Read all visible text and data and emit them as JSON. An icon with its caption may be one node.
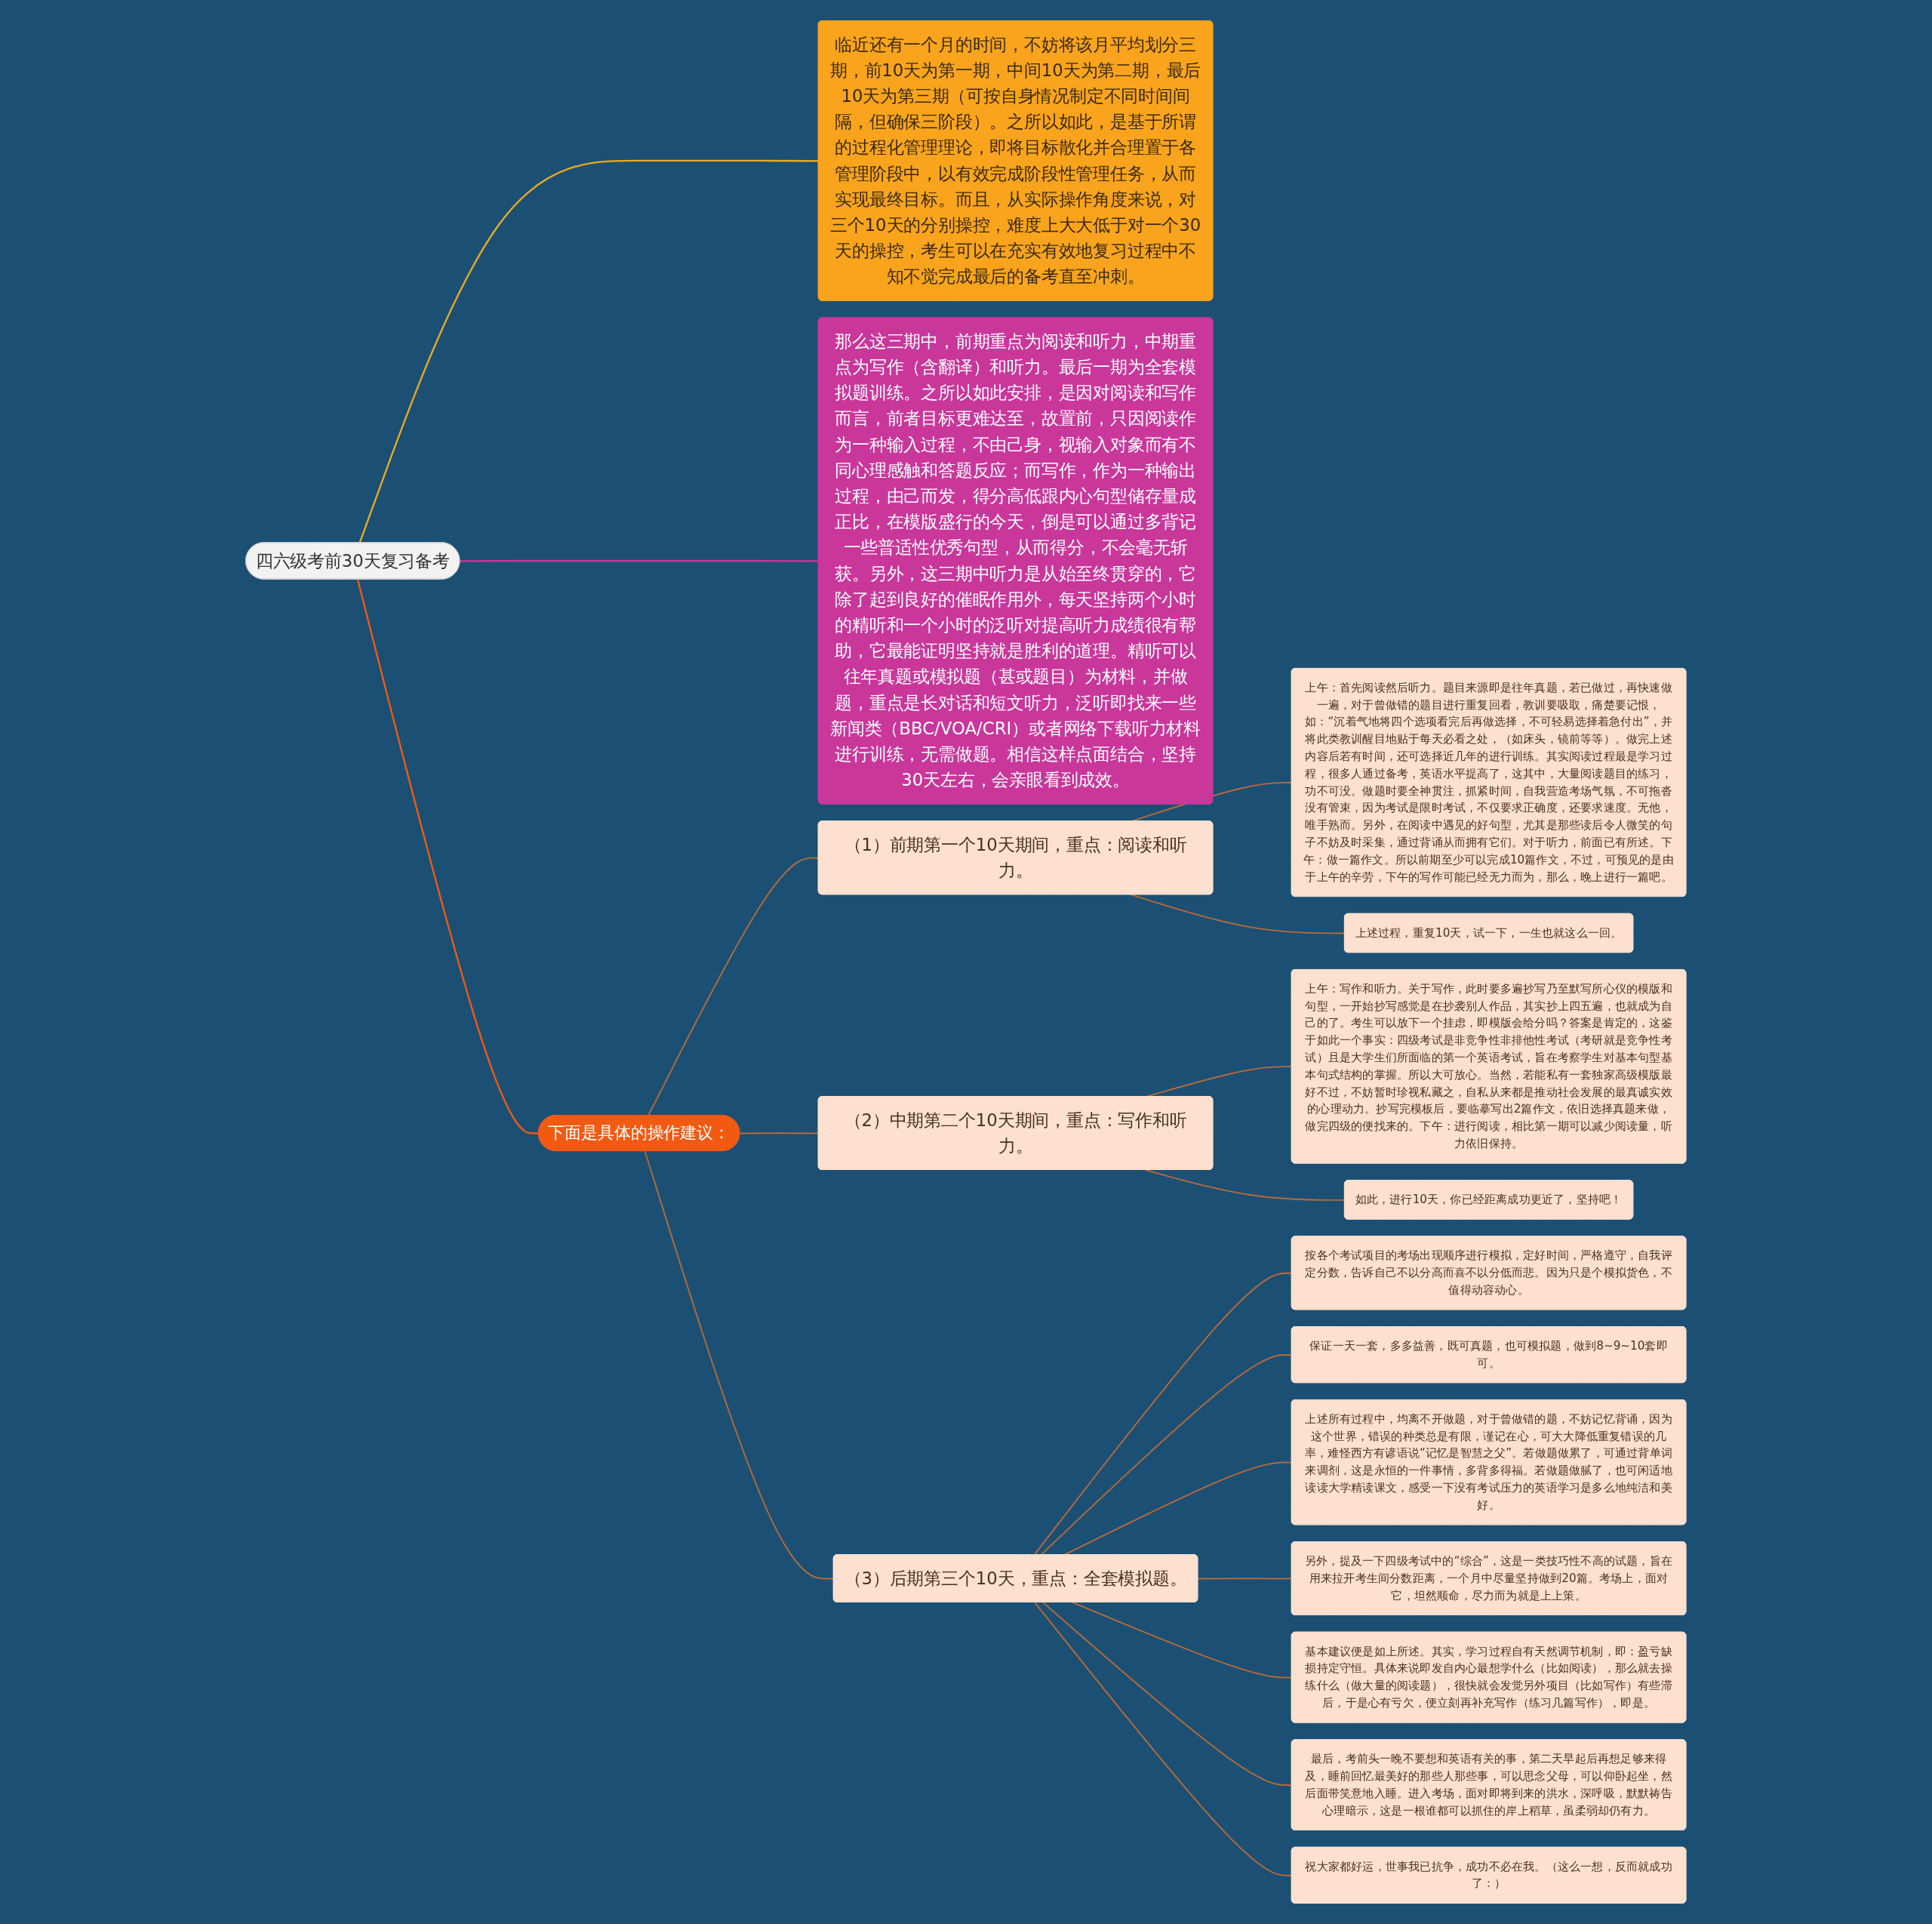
{
  "diagram": {
    "nodes": [
      {
        "text": [
          "四六级考前30天复习备考"
        ]
      },
      {
        "text": [
          "临近还有一个月的时间，不妨将该月平均划分三期，前10天为第一期，中间10天为第二期，最后10天为第三期（可按自身情况制定不同时间间隔，但确保三阶段）。之所以如此，是基于所谓的过程化管理理论，即将目标散化并合理置于各管理阶段中，以有效完成阶段性管理任务，从而实现最终目标。而且，从实际操作角度来说，对三个10天的分别操控，难度上大大低于对一个30天的操控，考生可以在充实有效地复习过程中不知不觉完成最后的备考直至冲刺。"
        ]
      },
      {
        "text": [
          "那么这三期中，前期重点为阅读和听力，中期重点为写作（含翻译）和听力。最后一期为全套模拟题训练。之所以如此安排，是因对阅读和写作而言，前者目标更难达至，故置前，只因阅读作为一种输入过程，不由己身，视输入对象而有不同心理感触和答题反应；而写作，作为一种输出过程，由己而发，得分高低跟内心句型储存量成正比，在模版盛行的今天，倒是可以通过多背记一些普适性优秀句型，从而得分，不会毫无斩获。另外，这三期中听力是从始至终贯穿的，它除了起到良好的催眠作用外，每天坚持两个小时的精听和一个小时的泛听对提高听力成绩很有帮助，它最能证明坚持就是胜利的道理。精听可以往年真题或模拟题（甚或题目）为材料，并做题，重点是长对话和短文听力，泛听即找来一些新闻类（BBC/VOA/CRI）或者网络下载听力材料进行训练，无需做题。相信这样点面结合，坚持30天左右，会亲眼看到成效。"
        ]
      },
      {
        "text": [
          "下面是具体的操作建议："
        ]
      },
      {
        "text": [
          "（1）前期第一个10天期间，重点：阅读和听力。"
        ]
      },
      {
        "text": [
          "上午：首先阅读然后听力。题目来源即是往年真题，若已做过，再快速做一遍，对于曾做错的题目进行重复回看，教训要吸取，痛楚要记恨，如：“沉着气地将四个选项看完后再做选择，不可轻易选择着急付出”，并将此类教训醒目地贴于每天必看之处，（如床头，镜前等等）。做完上述内容后若有时间，还可选择近几年的进行训练。其实阅读过程最是学习过程，很多人通过备考，英语水平提高了，这其中，大量阅读题目的练习，功不可没。做题时要全神贯注，抓紧时间，自我营造考场气氛，不可拖沓没有管束，因为考试是限时考试，不仅要求正确度，还要求速度。无他，唯手熟而。另外，在阅读中遇见的好句型，尤其是那些读后令人微笑的句子不妨及时采集，通过背诵从而拥有它们。对于听力，前面已有所述。下午：做一篇作文。所以前期至少可以完成10篇作文，不过，可预见的是由于上午的辛劳，下午的写作可能已经无力而为，那么，晚上进行一篇吧。"
        ]
      },
      {
        "text": [
          "上述过程，重复10天，试一下，一生也就这么一回。"
        ]
      },
      {
        "text": [
          "（2）中期第二个10天期间，重点：写作和听力。"
        ]
      },
      {
        "text": [
          "上午：写作和听力。关于写作，此时要多遍抄写乃至默写所心仪的模版和句型，一开始抄写感觉是在抄袭别人作品，其实抄上四五遍，也就成为自己的了。考生可以放下一个挂虑，即模版会给分吗？答案是肯定的，这鉴于如此一个事实：四级考试是非竞争性非排他性考试（考研就是竞争性考试）且是大学生们所面临的第一个英语考试，旨在考察学生对基本句型基本句式结构的掌握。所以大可放心。当然，若能私有一套独家高级模版最好不过，不妨暂时珍视私藏之，自私从来都是推动社会发展的最真诚实效的心理动力。抄写完模板后，要临摹写出2篇作文，依旧选择真题来做，做完四级的便找来的。下午：进行阅读，相比第一期可以减少阅读量，听力依旧保持。"
        ]
      },
      {
        "text": [
          "如此，进行10天，你已经距离成功更近了，坚持吧！"
        ]
      },
      {
        "text": [
          "（3）后期第三个10天，重点：全套模拟题。"
        ]
      },
      {
        "text": [
          "按各个考试项目的考场出现顺序进行模拟，定好时间，严格遵守，自我评定分数，告诉自己不以分高而喜不以分低而悲。因为只是个模拟货色，不值得动容动心。"
        ]
      },
      {
        "text": [
          "保证一天一套，多多益善，既可真题，也可模拟题，做到8~9~10套即可。"
        ]
      },
      {
        "text": [
          "上述所有过程中，均离不开做题，对于曾做错的题，不妨记忆背诵，因为这个世界，错误的种类总是有限，谨记在心，可大大降低重复错误的几率，难怪西方有谚语说“记忆是智慧之父”。若做题做累了，可通过背单词来调剂，这是永恒的一件事情，多背多得福。若做题做腻了，也可闲适地读读大学精读课文，感受一下没有考试压力的英语学习是多么地纯洁和美好。"
        ]
      },
      {
        "text": [
          "另外，提及一下四级考试中的“综合”，这是一类技巧性不高的试题，旨在用来拉开考生间分数距离，一个月中尽量坚持做到20篇。考场上，面对它，坦然顺命，尽力而为就是上上策。"
        ]
      },
      {
        "text": [
          "基本建议便是如上所述。其实，学习过程自有天然调节机制，即：盈亏缺损持定守恒。具体来说即发自内心最想学什么（比如阅读），那么就去操练什么（做大量的阅读题），很快就会发觉另外项目（比如写作）有些滞后，于是心有亏欠，便立刻再补充写作（练习几篇写作），即是。"
        ]
      },
      {
        "text": [
          "最后，考前头一晚不要想和英语有关的事，第二天早起后再想足够来得及，睡前回忆最美好的那些人那些事，可以思念父母，可以仰卧起坐，然后面带笑意地入睡。进入考场，面对即将到来的洪水，深呼吸，默默祷告心理暗示，这是一根谁都可以抓住的岸上稻草，虽柔弱却仍有力。"
        ]
      },
      {
        "text": [
          "祝大家都好运，世事我已抗争，成功不必在我。（这么一想，反而就成功了：）"
        ]
      }
    ],
    "edges": [
      {
        "from": 0,
        "to": 1,
        "arrow": "none",
        "color": "#e8a923"
      },
      {
        "from": 0,
        "to": 2,
        "arrow": "none",
        "color": "#c9379b"
      },
      {
        "from": 0,
        "to": 3,
        "arrow": "none",
        "color": "#f25a12"
      },
      {
        "from": 3,
        "to": 4,
        "arrow": "none"
      },
      {
        "from": 4,
        "to": 5,
        "arrow": "none"
      },
      {
        "from": 4,
        "to": 6,
        "arrow": "none"
      },
      {
        "from": 3,
        "to": 7,
        "arrow": "none"
      },
      {
        "from": 7,
        "to": 8,
        "arrow": "none"
      },
      {
        "from": 7,
        "to": 9,
        "arrow": "none"
      },
      {
        "from": 3,
        "to": 10,
        "arrow": "none"
      },
      {
        "from": 10,
        "to": 11,
        "arrow": "none"
      },
      {
        "from": 10,
        "to": 12,
        "arrow": "none"
      },
      {
        "from": 10,
        "to": 13,
        "arrow": "none"
      },
      {
        "from": 10,
        "to": 14,
        "arrow": "none"
      },
      {
        "from": 10,
        "to": 15,
        "arrow": "none"
      },
      {
        "from": 10,
        "to": 16,
        "arrow": "none"
      },
      {
        "from": 10,
        "to": 17,
        "arrow": "none"
      }
    ]
  }
}
